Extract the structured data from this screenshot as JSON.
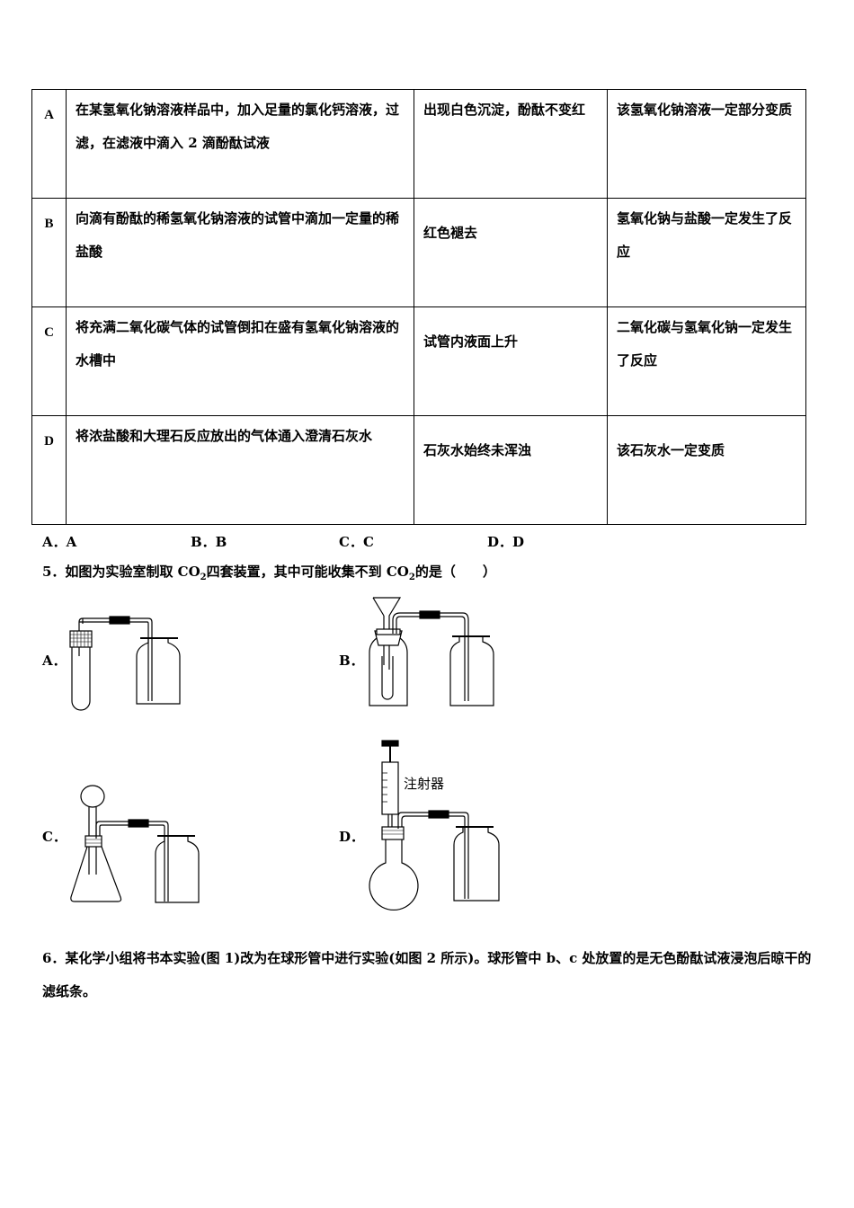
{
  "table": {
    "rows": [
      {
        "label": "A",
        "operation": "在某氢氧化钠溶液样品中，加入足量的氯化钙溶液，过滤，在滤液中滴入 2 滴酚酞试液",
        "phenomenon": "出现白色沉淀，酚酞不变红",
        "conclusion": "该氢氧化钠溶液一定部分变质"
      },
      {
        "label": "B",
        "operation": "向滴有酚酞的稀氢氧化钠溶液的试管中滴加一定量的稀盐酸",
        "phenomenon": "红色褪去",
        "conclusion": "氢氧化钠与盐酸一定发生了反应"
      },
      {
        "label": "C",
        "operation": "将充满二氧化碳气体的试管倒扣在盛有氢氧化钠溶液的水槽中",
        "phenomenon": "试管内液面上升",
        "conclusion": "二氧化碳与氢氧化钠一定发生了反应"
      },
      {
        "label": "D",
        "operation": "将浓盐酸和大理石反应放出的气体通入澄清石灰水",
        "phenomenon": "石灰水始终未浑浊",
        "conclusion": "该石灰水一定变质"
      }
    ]
  },
  "q4_options": {
    "a": "A．A",
    "b": "B．B",
    "c": "C．C",
    "d": "D．D"
  },
  "q5": {
    "prefix": "5．如图为实验室制取 CO",
    "sub1": "2",
    "mid": "四套装置，其中可能收集不到 CO",
    "sub2": "2",
    "suffix": "的是（　　）"
  },
  "q5_labels": {
    "a": "A．",
    "b": "B．",
    "c": "C．",
    "d": "D．"
  },
  "syringe_label": "注射器",
  "q6": "6．某化学小组将书本实验(图 1)改为在球形管中进行实验(如图 2 所示)。球形管中 b、c 处放置的是无色酚酞试液浸泡后晾干的滤纸条。"
}
